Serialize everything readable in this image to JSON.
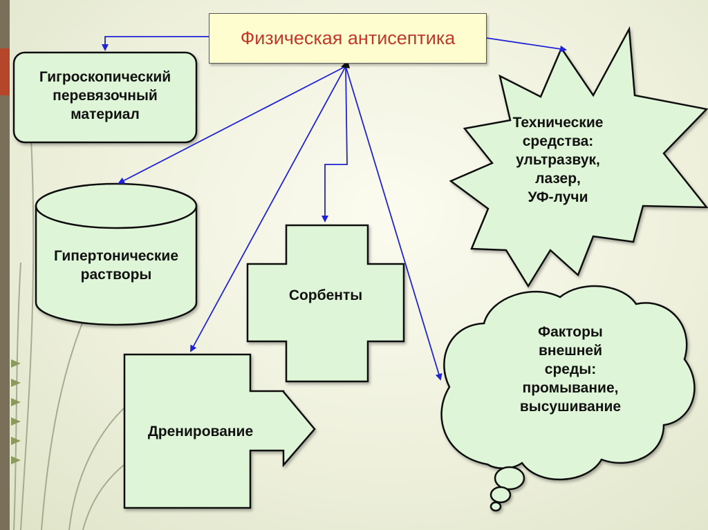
{
  "title": "Физическая антисептика",
  "nodes": {
    "hygroscopic": [
      "Гигроскопический",
      "перевязочный",
      "материал"
    ],
    "hypertonic": [
      "Гипертонические",
      "растворы"
    ],
    "sorbents": [
      "Сорбенты"
    ],
    "drainage": [
      "Дренирование"
    ],
    "technical": [
      "Технические",
      "средства:",
      "ультразвук,",
      "лазер,",
      "УФ-лучи"
    ],
    "environment": [
      "Факторы",
      "внешней",
      "среды:",
      "промывание,",
      "высушивание"
    ]
  },
  "colors": {
    "title_text": "#c0392b",
    "title_fill": "#fefdd0",
    "shape_fill": "#dff5d7",
    "arrow": "#1f22d6",
    "sidebar": "#7a6f58",
    "sidebar_accent": "#b5462a"
  }
}
